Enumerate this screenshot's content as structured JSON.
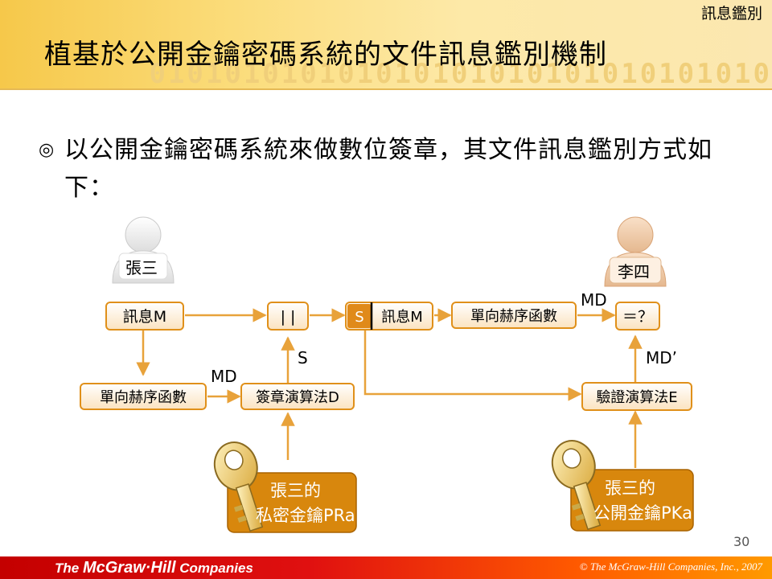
{
  "header": {
    "section_tag": "訊息鑑別",
    "title": "植基於公開金鑰密碼系統的文件訊息鑑別機制",
    "binary": "010101010101010101010101010101010"
  },
  "body": {
    "bullet_glyph": "◎",
    "text": "以公開金鑰密碼系統來做數位簽章，其文件訊息鑑別方式如下："
  },
  "diagram": {
    "sender": "張三",
    "receiver": "李四",
    "message_box": "訊息M",
    "hash_box_left": "單向赫序函數",
    "sign_box": "簽章演算法D",
    "concat_box": "| |",
    "signed_s": "S",
    "signed_msg": "訊息M",
    "hash_box_right": "單向赫序函數",
    "compare_box": "＝？",
    "verify_box": "驗證演算法E",
    "label_md_left": "MD",
    "label_s": "S",
    "label_md_right": "MD",
    "label_md_prime": "MD’",
    "private_key_line1": "張三的",
    "private_key_line2": "私密金鑰PRa",
    "public_key_line1": "張三的",
    "public_key_line2": "公開金鑰PKa"
  },
  "footer": {
    "page_number": "30",
    "logo_the": "The ",
    "logo_name": "McGraw·Hill",
    "logo_companies": " Companies",
    "copyright": "© The McGraw-Hill Companies, Inc., 2007"
  },
  "colors": {
    "box_border": "#e0901a",
    "key_fill": "#d8870d",
    "arrow": "#e8a23a",
    "footer_red": "#d40000"
  }
}
